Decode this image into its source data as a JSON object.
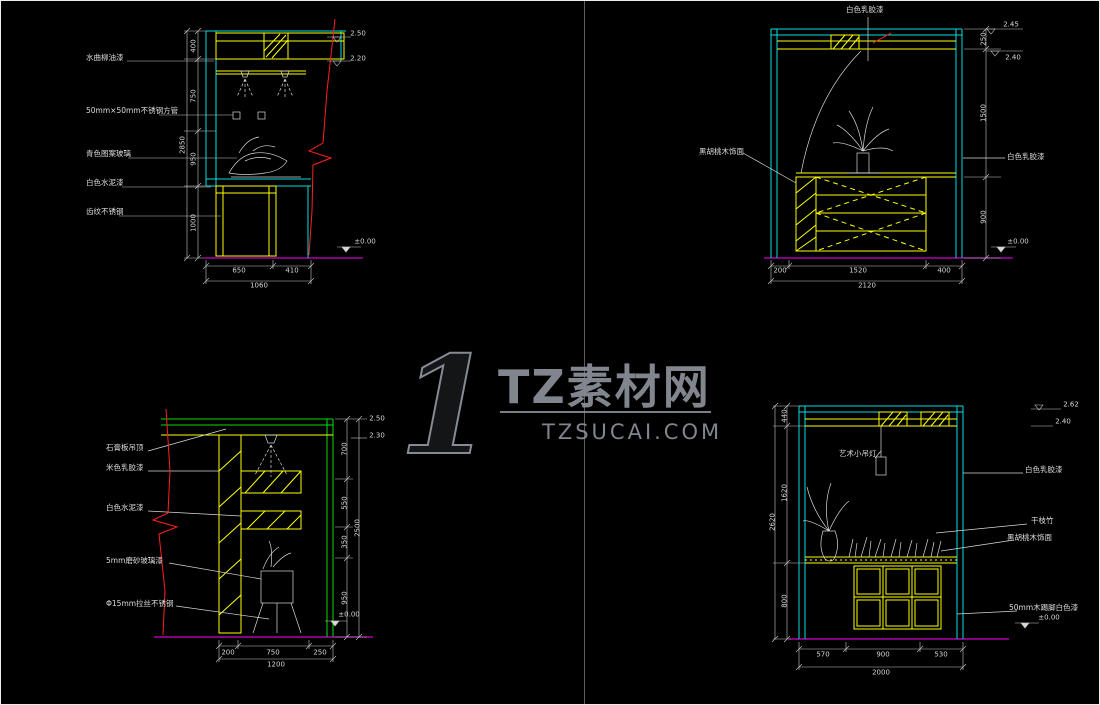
{
  "watermark": {
    "logo_char": "1",
    "title": "TZ素材网",
    "domain": "TZSUCAI.COM"
  },
  "top_left": {
    "labels": {
      "l1": "水曲柳油漆",
      "l2": "50mm×50mm不锈钢方管",
      "l3": "青色图案玻璃",
      "l4": "白色水泥漆",
      "l5": "齿纹不锈钢"
    },
    "dims": {
      "v1": "400",
      "v2": "750",
      "v3": "950",
      "v4": "1000",
      "v_total": "2850",
      "b1": "650",
      "b2": "410",
      "b_total": "1060",
      "lvl1": "2.50",
      "lvl2": "2.20",
      "lvl0": "±0.00"
    }
  },
  "top_right": {
    "labels": {
      "top": "白色乳胶漆",
      "left": "黑胡桃木饰面",
      "right": "白色乳胶漆"
    },
    "dims": {
      "v1": "250",
      "v2": "1500",
      "v3": "900",
      "b1": "200",
      "b2": "1520",
      "b3": "400",
      "b_total": "2120",
      "lvl1": "2.45",
      "lvl2": "2.40",
      "lvl0": "±0.00"
    }
  },
  "bottom_left": {
    "labels": {
      "l1": "石膏板吊顶",
      "l2": "米色乳胶漆",
      "l3": "白色水泥漆",
      "l4": "5mm磨砂玻璃漆",
      "l5": "Φ15mm拉丝不锈钢"
    },
    "dims": {
      "v1": "700",
      "v2": "550",
      "v3": "350",
      "v4": "950",
      "v_total": "2500",
      "b1": "200",
      "b2": "750",
      "b3": "250",
      "b_total": "1200",
      "lvl1": "2.50",
      "lvl2": "2.30",
      "lvl0": "±0.00"
    }
  },
  "bottom_right": {
    "labels": {
      "top": "艺术小吊灯",
      "r1": "白色乳胶漆",
      "r2": "干枝竹",
      "r3": "黑胡桃木饰面",
      "r4": "50mm木踢脚白色漆"
    },
    "dims": {
      "v1": "440",
      "v2": "1620",
      "v3": "800",
      "v_total": "2620",
      "b1": "570",
      "b2": "900",
      "b3": "530",
      "b_total": "2000",
      "lvl1": "2.62",
      "lvl2": "2.40",
      "lvl0": "±0.00"
    }
  }
}
